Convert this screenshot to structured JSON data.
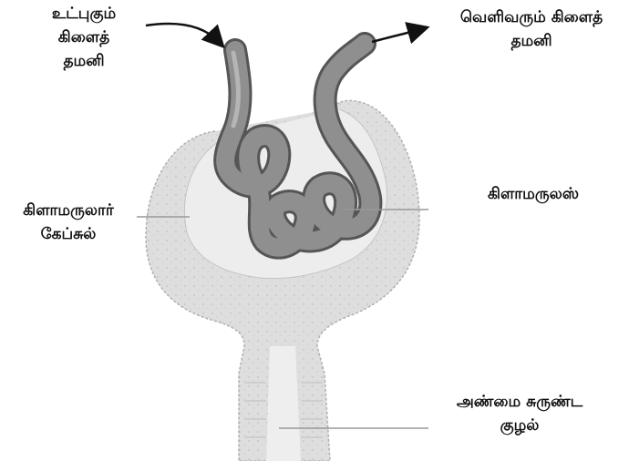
{
  "labels": {
    "afferent_arteriole": [
      "உட்புகும்",
      "கிளைத்",
      "தமனி"
    ],
    "efferent_arteriole": [
      "வெளிவரும் கிளைத்",
      "தமனி"
    ],
    "bowmans_capsule": [
      "கிளாமருலார்",
      "கேப்சுல்"
    ],
    "glomerulus": [
      "கிளாமருலஸ்"
    ],
    "proximal_tubule": [
      "அண்மை சுருண்ட",
      "குழல்"
    ]
  },
  "colors": {
    "capsule_fill": "#dcdcdc",
    "vessel_fill": "#8f8f8f",
    "vessel_dark": "#555555",
    "leader_line": "#999999",
    "arrow": "#111111"
  }
}
